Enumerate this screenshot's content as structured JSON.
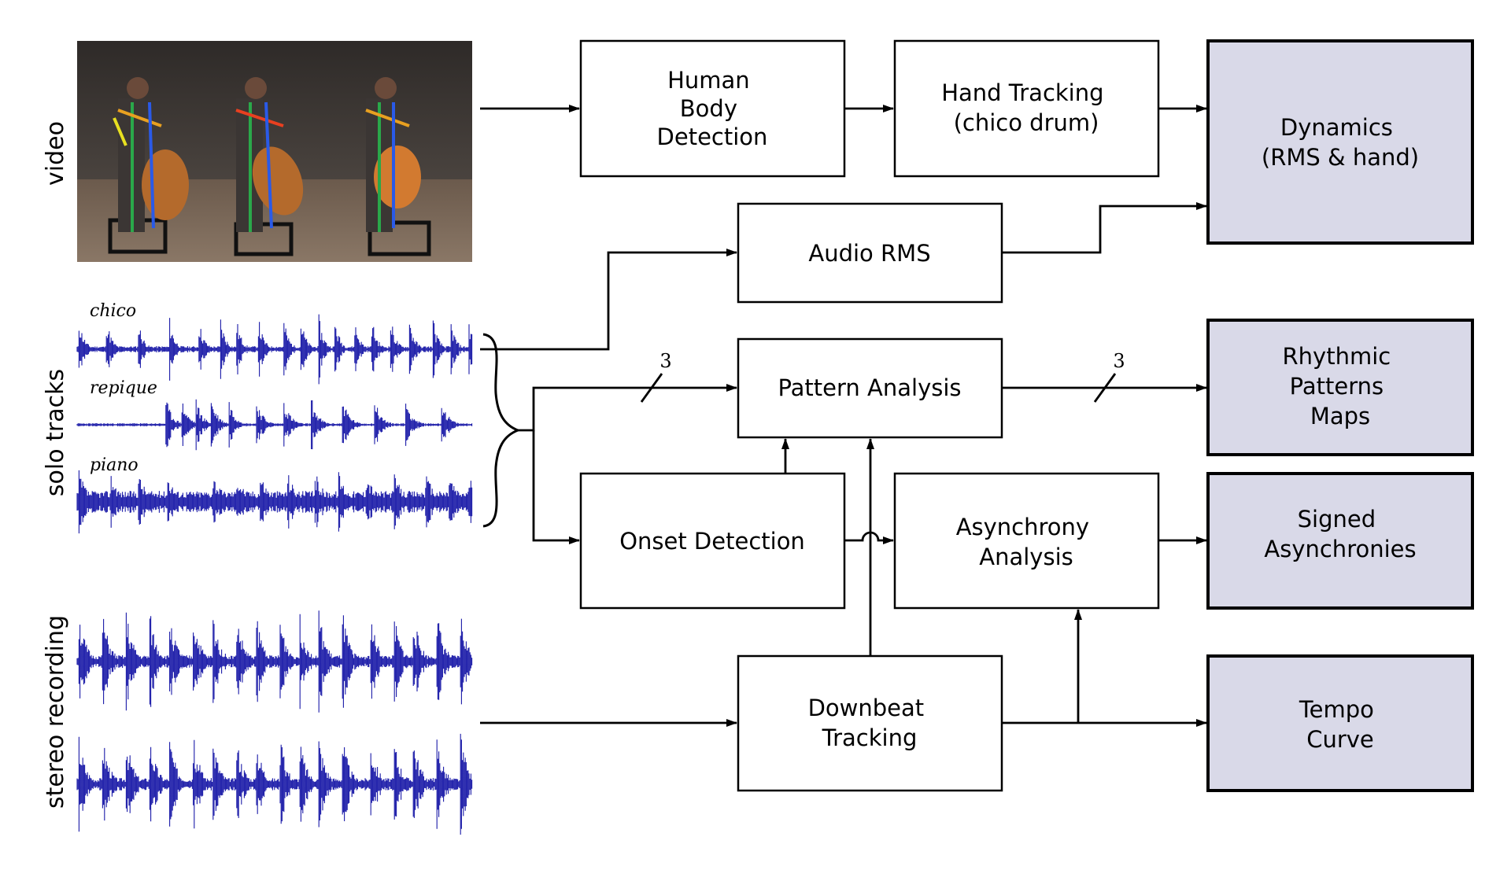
{
  "colors": {
    "output_fill": "#d9d9e8",
    "waveform": "#1a1aa8",
    "stroke": "#000000"
  },
  "side_labels": {
    "video": "video",
    "solo_tracks": "solo tracks",
    "stereo_recording": "stereo recording"
  },
  "tracks": {
    "chico": "chico",
    "repique": "repique",
    "piano": "piano"
  },
  "boxes": {
    "human_body": [
      "Human",
      "Body",
      "Detection"
    ],
    "hand_tracking": [
      "Hand Tracking",
      "(chico drum)"
    ],
    "dynamics": [
      "Dynamics",
      "(RMS & hand)"
    ],
    "audio_rms": [
      "Audio RMS"
    ],
    "pattern_analysis": [
      "Pattern Analysis"
    ],
    "rhythmic_maps": [
      "Rhythmic",
      "Patterns",
      "Maps"
    ],
    "onset_detection": [
      "Onset Detection"
    ],
    "asynchrony_analysis": [
      "Asynchrony",
      "Analysis"
    ],
    "signed_asynchronies": [
      "Signed",
      "Asynchronies"
    ],
    "downbeat_tracking": [
      "Downbeat",
      "Tracking"
    ],
    "tempo_curve": [
      "Tempo",
      "Curve"
    ]
  },
  "bus_labels": {
    "input_bus": "3",
    "output_bus": "3"
  },
  "video_frame": {
    "icon": "drummers-photo-icon",
    "performers": 3
  }
}
